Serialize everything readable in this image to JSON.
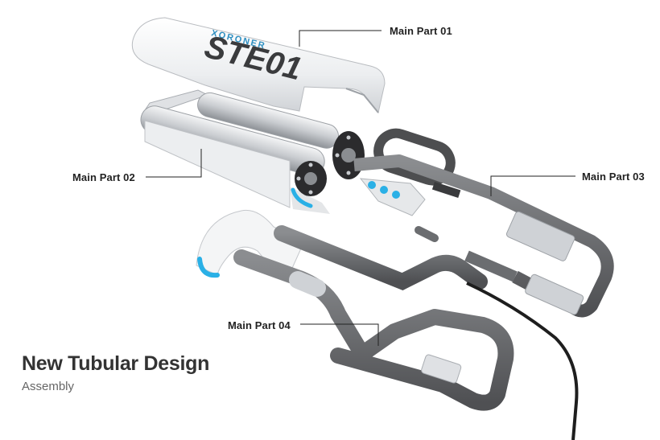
{
  "callouts": {
    "part_01": "Main Part 01",
    "part_02": "Main Part 02",
    "part_03": "Main Part 03",
    "part_04": "Main Part 04"
  },
  "brand": {
    "wordmark": "XORONER",
    "model": "STE01"
  },
  "caption": {
    "title": "New Tubular Design",
    "subtitle": "Assembly"
  },
  "colors": {
    "shell": "#f1f2f4",
    "tube": "#6e7073",
    "tube_dark": "#4a4b4d",
    "metal": "#c8cbcf",
    "accent": "#2ab0e6",
    "cable": "#1e1e1e",
    "text": "#222222"
  }
}
